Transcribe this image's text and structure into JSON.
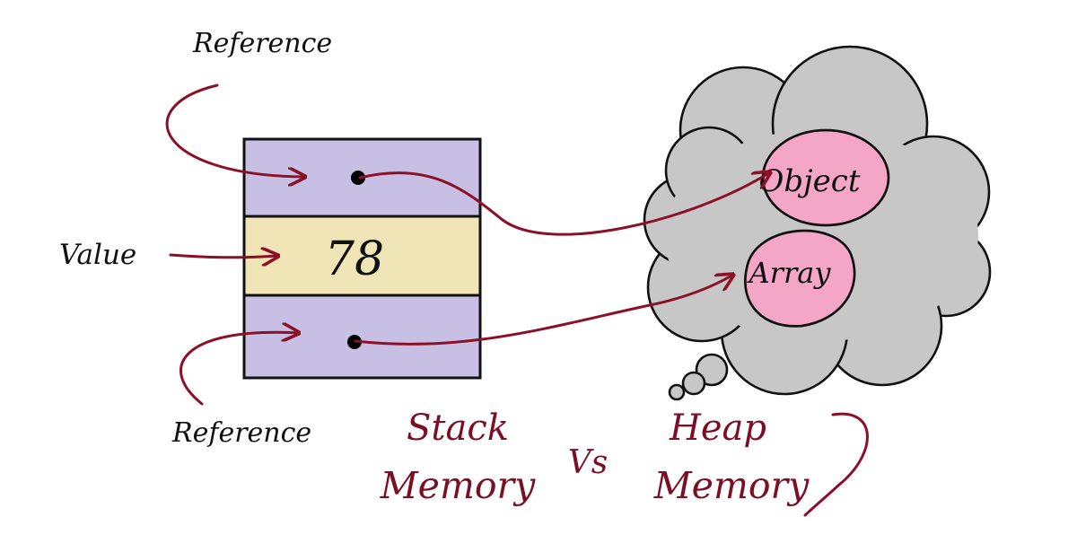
{
  "diagram": {
    "colors": {
      "ink": "#111111",
      "accent_red": "#8b1028",
      "reference_cell": "#c8c0e4",
      "value_cell": "#efe5b6",
      "cloud": "#c7c7c7",
      "heap_item": "#f3a6c5"
    },
    "stack": {
      "top_cell_kind": "reference",
      "middle_cell_value": "78",
      "bottom_cell_kind": "reference"
    },
    "labels": {
      "reference_top": "Reference",
      "value": "Value",
      "reference_bottom": "Reference"
    },
    "heap": {
      "object_label": "Object",
      "array_label": "Array"
    },
    "caption": {
      "stack_line1": "Stack",
      "stack_line2": "Memory",
      "versus": "Vs",
      "heap_line1": "Heap",
      "heap_line2": "Memory"
    }
  }
}
